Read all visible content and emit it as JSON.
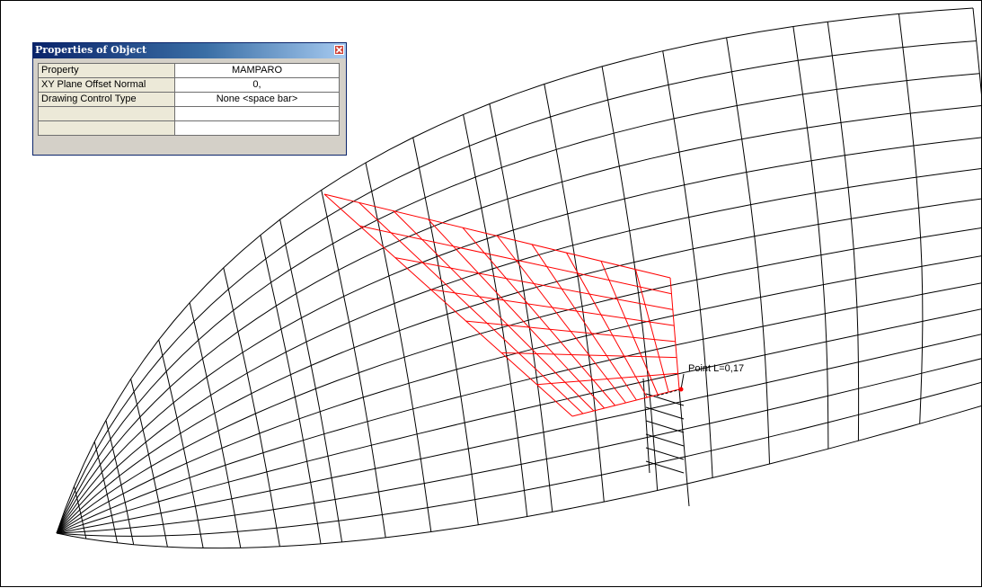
{
  "palette": {
    "title": "Properties of Object",
    "close_icon": "close-x-icon",
    "rows": [
      {
        "name": "Property",
        "value": "MAMPARO"
      },
      {
        "name": "XY Plane Offset Normal",
        "value": "0,"
      },
      {
        "name": "Drawing Control Type",
        "value": "None  <space bar>"
      },
      {
        "name": "",
        "value": ""
      },
      {
        "name": "",
        "value": ""
      }
    ]
  },
  "viewport": {
    "point_label": "Point  L=0,17"
  },
  "colors": {
    "plane": "#ff0000",
    "hull": "#000000",
    "point": "#ff0000",
    "titlebar": "#0a246a"
  }
}
